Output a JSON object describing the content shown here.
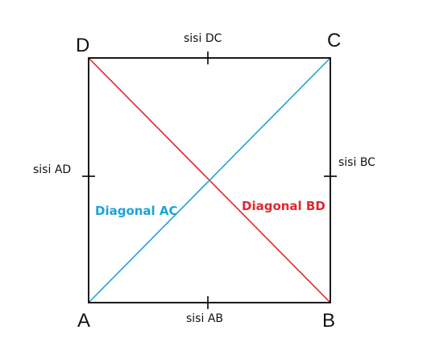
{
  "vertices": {
    "a": "A",
    "b": "B",
    "c": "C",
    "d": "D"
  },
  "sides": {
    "ab": "sisi AB",
    "bc": "sisi BC",
    "dc": "sisi DC",
    "ad": "sisi AD"
  },
  "diagonals": {
    "ac": {
      "label": "Diagonal AC",
      "color": "#1aa3d8"
    },
    "bd": {
      "label": "Diagonal BD",
      "color": "#e0282e"
    }
  },
  "colors": {
    "outline": "#000000",
    "text": "#111111"
  }
}
